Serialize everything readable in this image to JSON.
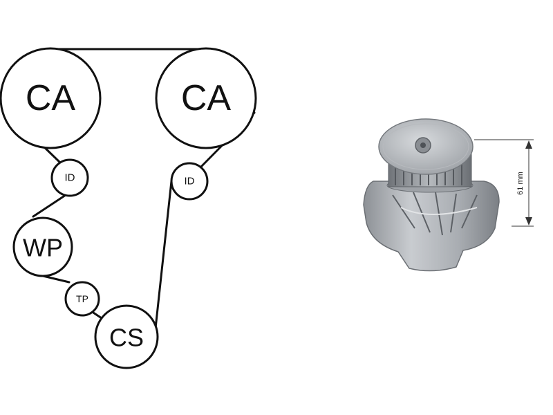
{
  "belt_diagram": {
    "camshaft_left": "CA",
    "camshaft_right": "CA",
    "idler_left": "ID",
    "idler_right": "ID",
    "water_pump": "WP",
    "tensioner": "TP",
    "crankshaft": "CS"
  },
  "product": {
    "dimension_label": "61 mm"
  }
}
